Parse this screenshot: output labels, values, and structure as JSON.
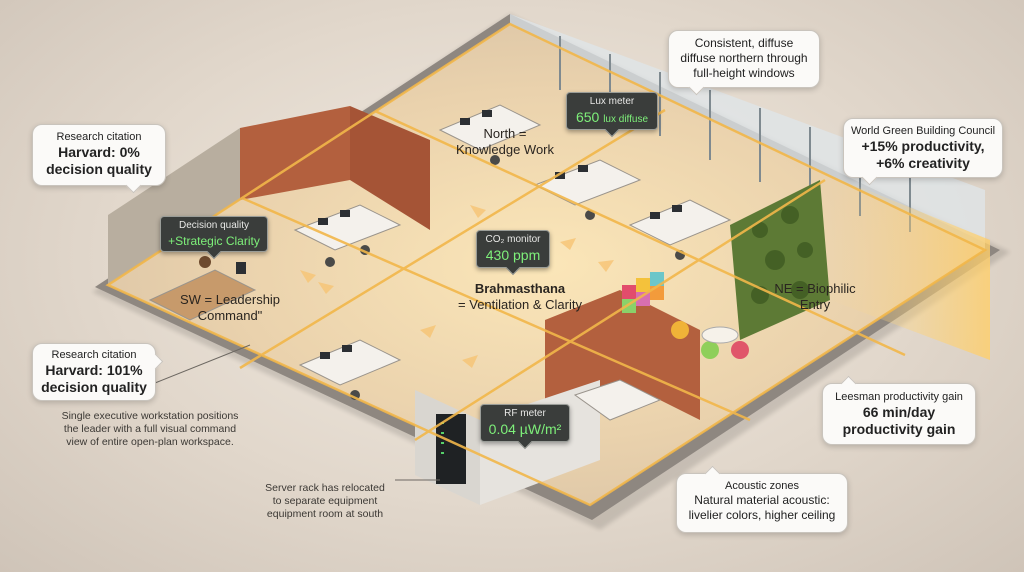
{
  "colors": {
    "background": "#e6ddd2",
    "floor": "#e9d7bd",
    "zone_line": "#f2b74a",
    "meter_value": "#7ef07a",
    "wood_panel": "#b3603e",
    "greenery": "#5d7a35"
  },
  "zones": {
    "north": "North =\nKnowledge Work",
    "center_title": "Brahmasthana",
    "center_sub": "= Ventilation & Clarity",
    "sw": "SW = Leadership\nCommand\"",
    "ne": "NE = Biophilic\nEntry"
  },
  "meters": {
    "lux": {
      "caption": "Lux meter",
      "value": "650",
      "unit": "lux diffuse"
    },
    "co2": {
      "caption": "CO₂ monitor",
      "value": "430 ppm"
    },
    "rf": {
      "caption": "RF meter",
      "value": "0.04 µW/m²"
    },
    "decision": {
      "caption": "Decision quality",
      "value": "+Strategic Clarity"
    }
  },
  "callouts": {
    "daylight": "Consistent, diffuse\ndiffuse northern through\nfull-height windows",
    "research_top": {
      "caption": "Research citation",
      "text": "Harvard: 0%\ndecision quality"
    },
    "wgbc": {
      "caption": "World Green Building Council",
      "text": "+15% productivity,\n+6% creativity"
    },
    "research_bottom": {
      "caption": "Research citation",
      "text": "Harvard: 101%\ndecision quality"
    },
    "leesman": {
      "caption": "Leesman productivity gain",
      "text": "66 min/day\nproductivity gain"
    },
    "acoustic": {
      "caption": "Acoustic zones",
      "text": "Natural material acoustic:\nlivelier colors, higher ceiling"
    }
  },
  "notes": {
    "executive": "Single executive workstation positions\nthe leader with a full visual command\nview of entire open-plan workspace.",
    "server": "Server rack has relocated\nto separate equipment\nequipment room at south"
  }
}
